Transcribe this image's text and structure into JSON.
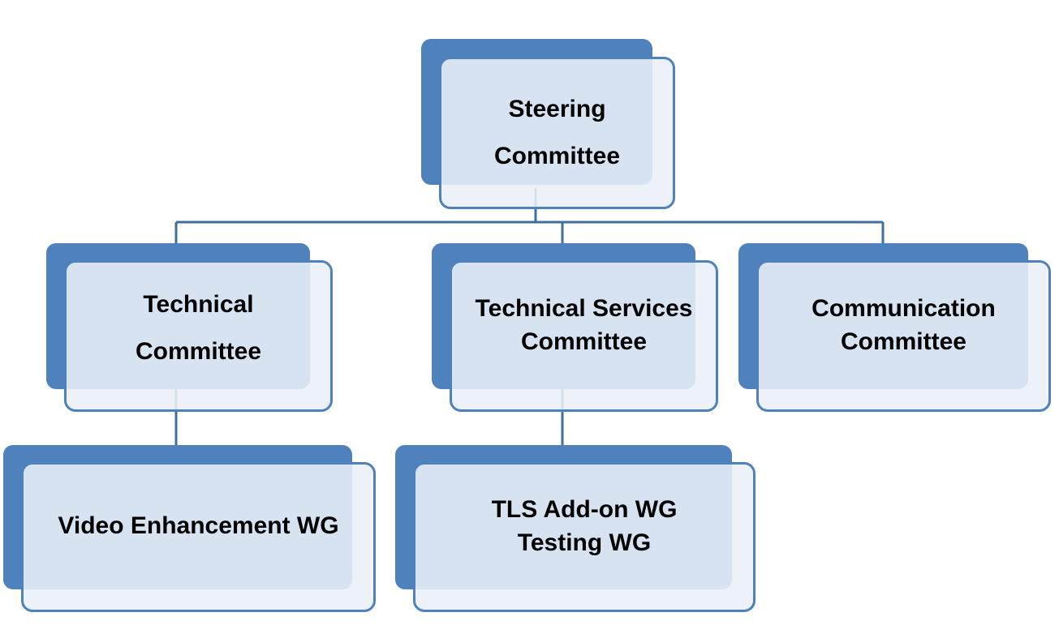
{
  "diagram": {
    "colors": {
      "accent": "#4f81bd",
      "box_fill": "#eaf0f8",
      "text": "#000000"
    },
    "nodes": {
      "steering": {
        "label": "Steering\nCommittee"
      },
      "technical": {
        "label": "Technical\nCommittee"
      },
      "technical_services": {
        "label": "Technical Services\nCommittee"
      },
      "communication": {
        "label": "Communication\nCommittee"
      },
      "video_enhancement": {
        "label": "Video Enhancement WG"
      },
      "tls_testing": {
        "label": "TLS Add-on WG\nTesting WG"
      }
    }
  }
}
